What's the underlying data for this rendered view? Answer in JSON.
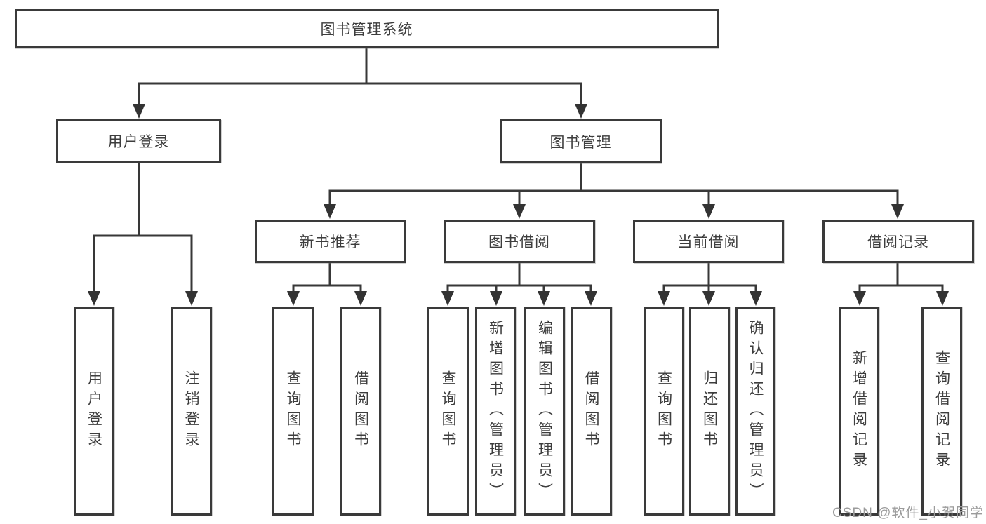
{
  "diagram": {
    "root": "图书管理系统",
    "branches": [
      {
        "label": "用户登录",
        "children": [
          "用户登录",
          "注销登录"
        ]
      },
      {
        "label": "图书管理",
        "groups": [
          {
            "label": "新书推荐",
            "children": [
              "查询图书",
              "借阅图书"
            ]
          },
          {
            "label": "图书借阅",
            "children": [
              "查询图书",
              "新增图书（管理员）",
              "编辑图书（管理员）",
              "借阅图书"
            ]
          },
          {
            "label": "当前借阅",
            "children": [
              "查询图书",
              "归还图书",
              "确认归还（管理员）"
            ]
          },
          {
            "label": "借阅记录",
            "children": [
              "新增借阅记录",
              "查询借阅记录"
            ]
          }
        ]
      }
    ]
  },
  "watermark": "CSDN @软件_小贺同学"
}
